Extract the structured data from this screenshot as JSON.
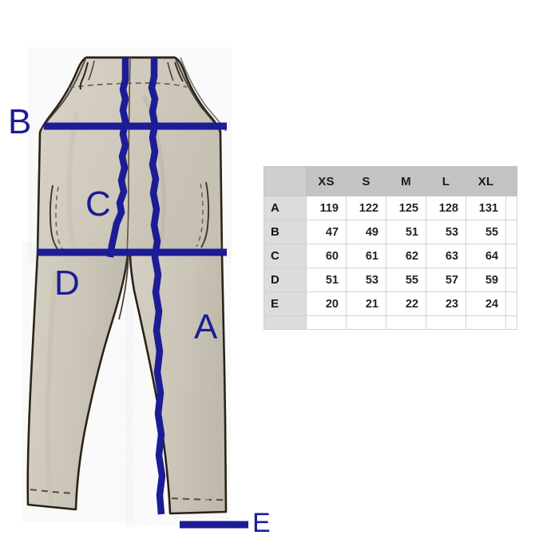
{
  "illustration": {
    "name": "sleeveless-jumpsuit-technical-drawing",
    "fabric_color": "#d6d1c3",
    "fabric_shadow_color": "#c6c1b2",
    "outline_color": "#2b2419",
    "stitch_color": "#5d5344",
    "measure_color": "#1c1c96",
    "labels": {
      "A": "A",
      "B": "B",
      "C": "C",
      "D": "D",
      "E": "E"
    }
  },
  "table": {
    "name": "size-chart",
    "corner_label": "",
    "sizes": [
      "XS",
      "S",
      "M",
      "L",
      "XL"
    ],
    "rows": [
      {
        "code": "A",
        "values": [
          "119",
          "122",
          "125",
          "128",
          "131"
        ]
      },
      {
        "code": "B",
        "values": [
          "47",
          "49",
          "51",
          "53",
          "55"
        ]
      },
      {
        "code": "C",
        "values": [
          "60",
          "61",
          "62",
          "63",
          "64"
        ]
      },
      {
        "code": "D",
        "values": [
          "51",
          "53",
          "55",
          "57",
          "59"
        ]
      },
      {
        "code": "E",
        "values": [
          "20",
          "21",
          "22",
          "23",
          "24"
        ]
      }
    ],
    "colors": {
      "header_bg": "#c3c3c3",
      "corner_bg": "#cfcfcf",
      "rowhead_bg": "#dcdcdc",
      "cell_bg": "#ffffff",
      "grid": "#d2d2d2",
      "text": "#1b1b1b"
    }
  }
}
